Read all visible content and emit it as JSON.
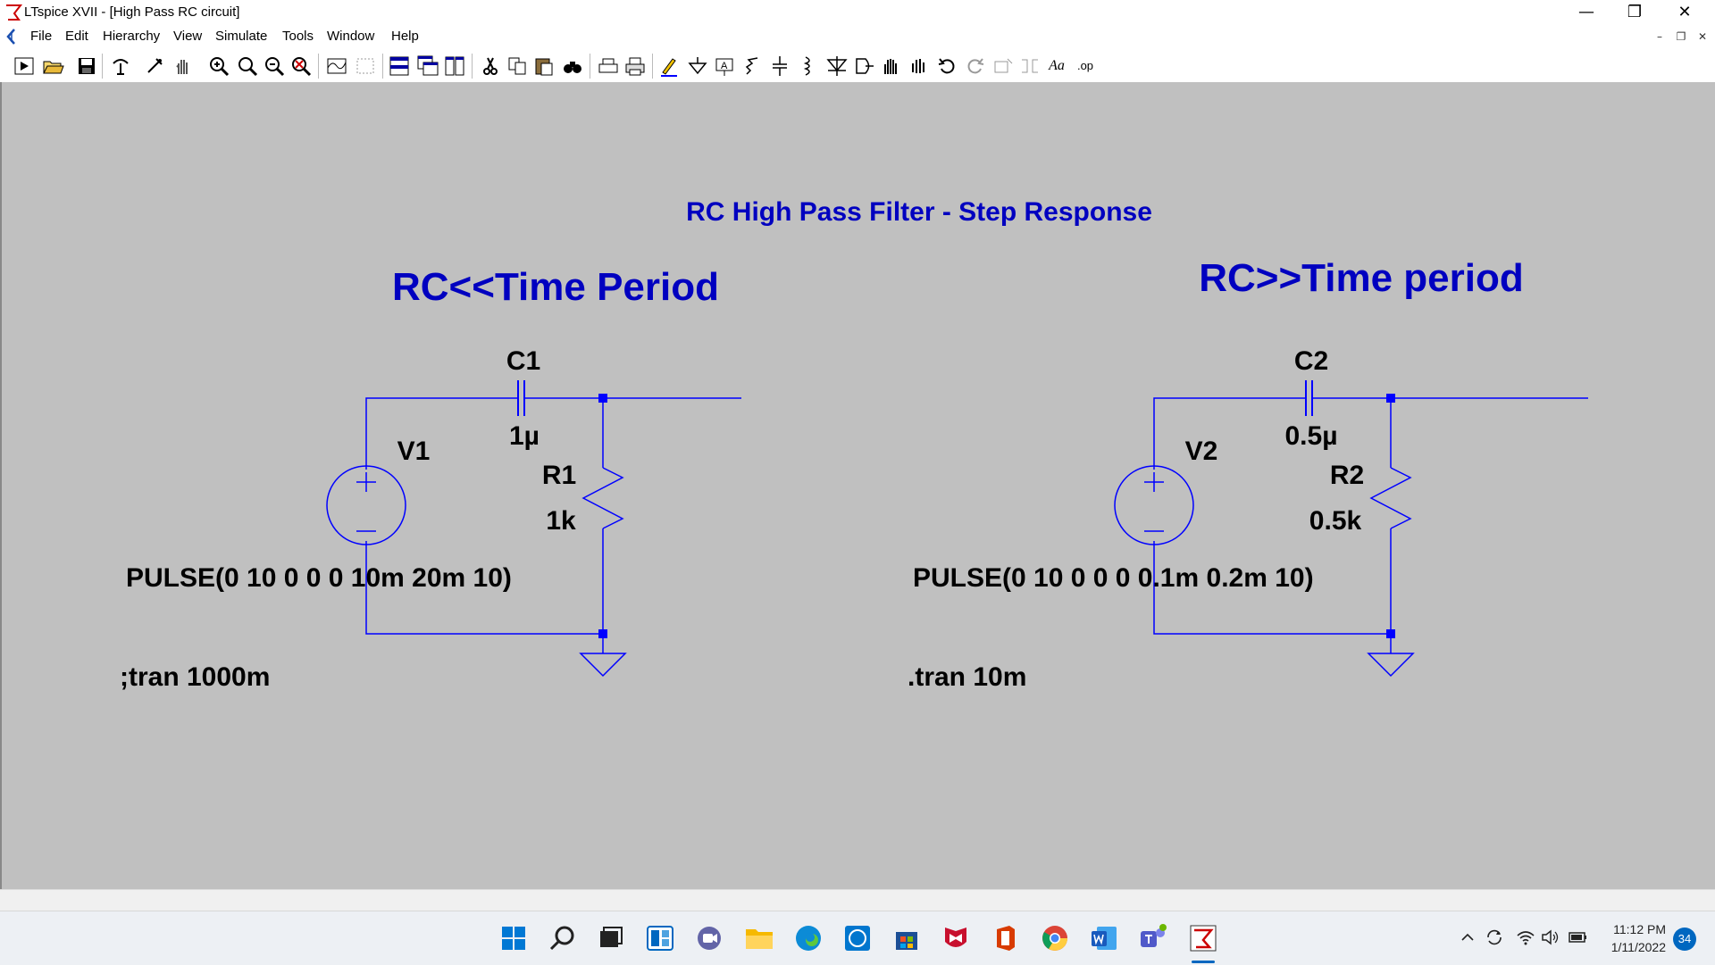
{
  "window": {
    "title": "LTspice XVII - [High Pass RC circuit]",
    "minimize_glyph": "—",
    "restore_glyph": "❐",
    "close_glyph": "✕"
  },
  "menu": {
    "items": [
      "File",
      "Edit",
      "Hierarchy",
      "View",
      "Simulate",
      "Tools",
      "Window",
      "Help"
    ],
    "mdi_minimize": "–",
    "mdi_restore": "❐",
    "mdi_close": "✕"
  },
  "toolbar": {
    "buttons": [
      "run-icon",
      "open-icon",
      "save-icon",
      "control-panel-icon",
      "run-probe-icon",
      "pan-icon",
      "zoom-in-icon",
      "zoom-area-icon",
      "zoom-out-icon",
      "zoom-fit-icon",
      "autorange-icon",
      "zoom-extents-icon",
      "tile-horizontal-icon",
      "cascade-icon",
      "tile-vertical-icon",
      "cut-icon",
      "copy-icon",
      "paste-icon",
      "find-icon",
      "print-setup-icon",
      "print-icon",
      "draw-wire-icon",
      "ground-icon",
      "label-net-icon",
      "resistor-icon",
      "capacitor-icon",
      "inductor-icon",
      "diode-icon",
      "component-icon",
      "move-icon",
      "drag-icon",
      "undo-icon",
      "redo-icon",
      "rotate-icon",
      "mirror-icon",
      "text-icon",
      "spice-directive-icon"
    ],
    "text_button_label": "Aa",
    "spice_button_label": ".op"
  },
  "schematic": {
    "main_title": "RC High Pass Filter - Step Response",
    "left": {
      "heading": "RC<<Time Period",
      "capacitor_name": "C1",
      "capacitor_value": "1µ",
      "resistor_name": "R1",
      "resistor_value": "1k",
      "source_name": "V1",
      "source_value": "PULSE(0 10 0 0 0 10m 20m 10)",
      "directive": ";tran 1000m"
    },
    "right": {
      "heading": "RC>>Time period",
      "capacitor_name": "C2",
      "capacitor_value": "0.5µ",
      "resistor_name": "R2",
      "resistor_value": "0.5k",
      "source_name": "V2",
      "source_value": "PULSE(0 10 0 0 0 0.1m 0.2m 10)",
      "directive": ".tran 10m"
    },
    "colors": {
      "wire": "#0000ff",
      "title_text": "#0000c0",
      "component_text": "#000000",
      "background": "#c0c0c0"
    }
  },
  "taskbar": {
    "apps": [
      "windows-start-icon",
      "search-icon",
      "task-view-icon",
      "widgets-icon",
      "teams-chat-icon",
      "file-explorer-icon",
      "edge-icon",
      "dell-icon",
      "store-icon",
      "mcafee-icon",
      "office-icon",
      "chrome-icon",
      "word-icon",
      "teams-icon",
      "ltspice-icon"
    ],
    "time": "11:12 PM",
    "date": "1/11/2022",
    "notification_count": "34"
  }
}
